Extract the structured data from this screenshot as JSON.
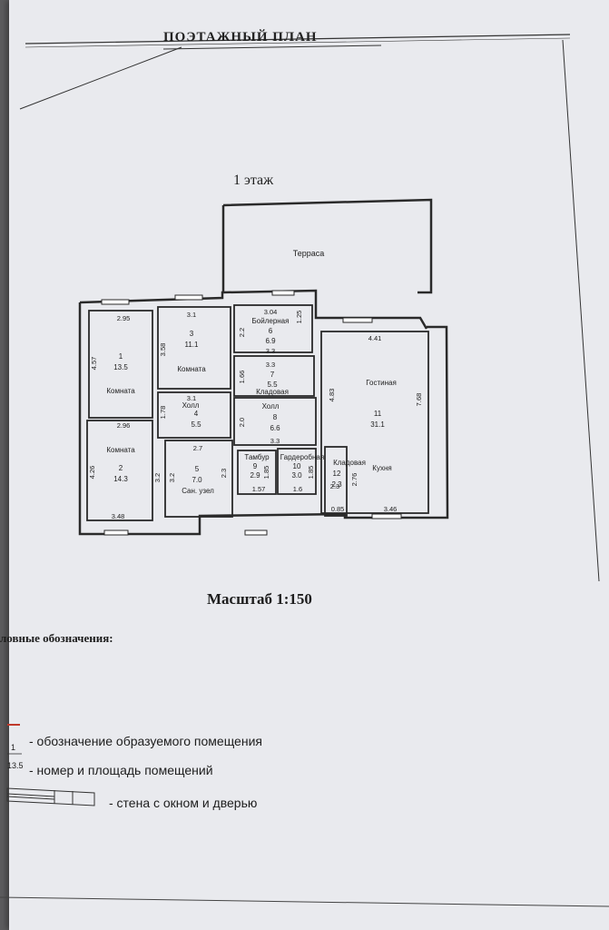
{
  "header": {
    "title": "ПОЭТАЖНЫЙ ПЛАН"
  },
  "plan": {
    "floor_label": "1 этаж",
    "terrace": "Терраса",
    "rooms": [
      {
        "num": "1",
        "area": "13.5",
        "name": "Комната"
      },
      {
        "num": "2",
        "area": "14.3",
        "name": "Комната"
      },
      {
        "num": "3",
        "area": "11.1",
        "name": "Комната"
      },
      {
        "num": "4",
        "area": "5.5",
        "name": "Холл"
      },
      {
        "num": "5",
        "area": "7.0",
        "name": "Сан. узел"
      },
      {
        "num": "6",
        "area": "6.9",
        "name": "Бойлерная"
      },
      {
        "num": "7",
        "area": "5.5",
        "name": "Кладовая"
      },
      {
        "num": "8",
        "area": "6.6",
        "name": "Холл"
      },
      {
        "num": "9",
        "area": "2.9",
        "name": "Тамбур"
      },
      {
        "num": "10",
        "area": "3.0",
        "name": "Гардеробная"
      },
      {
        "num": "11",
        "area": "31.1",
        "name": "Гостиная"
      },
      {
        "num": "12",
        "area": "2.3",
        "name": "Кладовая"
      }
    ],
    "kitchen": "Кухня",
    "dims": {
      "d2_95": "2.95",
      "d4_57": "4.57",
      "d2_96": "2.96",
      "d4_26": "4.26",
      "d3_48": "3.48",
      "d3_1a": "3.1",
      "d3_58": "3.58",
      "d3_1b": "3.1",
      "d1_78": "1.78",
      "d2_7": "2.7",
      "d3_2a": "3.2",
      "d3_2b": "3.2",
      "d2_3a": "2.3",
      "d3_04": "3.04",
      "d2_2": "2.2",
      "d1_25": "1.25",
      "d3_3a": "3.3",
      "d3_3b": "3.3",
      "d1_66": "1.66",
      "d2_0": "2.0",
      "d3_3c": "3.3",
      "d1_85a": "1.85",
      "d1_85b": "1.85",
      "d1_57": "1.57",
      "d1_6": "1.6",
      "d2_3b": "2.3",
      "d2_76": "2.76",
      "d0_85": "0.85",
      "d4_41": "4.41",
      "d4_83": "4.83",
      "d7_68": "7.68",
      "d3_46": "3.46"
    }
  },
  "scale": "Масштаб 1:150",
  "legend": {
    "title": "ловные обозначения:",
    "item1": "- обозначение образуемого помещения",
    "item2": "- номер и площадь помещений",
    "item3": "- стена с окном и дверью",
    "sample_num": "1",
    "sample_area": "13.5"
  },
  "colors": {
    "line": "#2a2a2a",
    "accent": "#c0392b",
    "paper": "#e9eaee"
  }
}
